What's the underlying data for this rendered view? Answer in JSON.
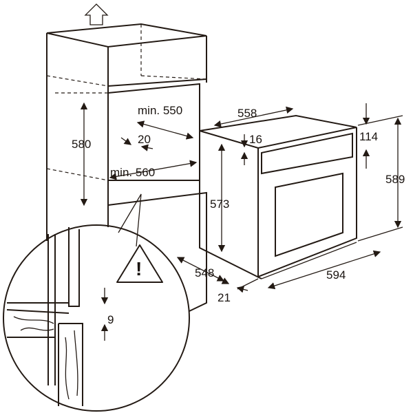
{
  "dimensions": {
    "niche_depth": "min. 550",
    "niche_height": "580",
    "gap_top": "20",
    "niche_width": "min. 560",
    "oven_depth_top": "558",
    "panel_offset": "16",
    "control_panel_height": "114",
    "oven_total_height": "589",
    "oven_body_height": "573",
    "oven_body_depth": "548",
    "oven_width": "594",
    "front_thickness": "21",
    "detail_gap": "9"
  },
  "warning": {
    "symbol": "!"
  },
  "colors": {
    "line": "#231a14",
    "background": "#ffffff"
  }
}
